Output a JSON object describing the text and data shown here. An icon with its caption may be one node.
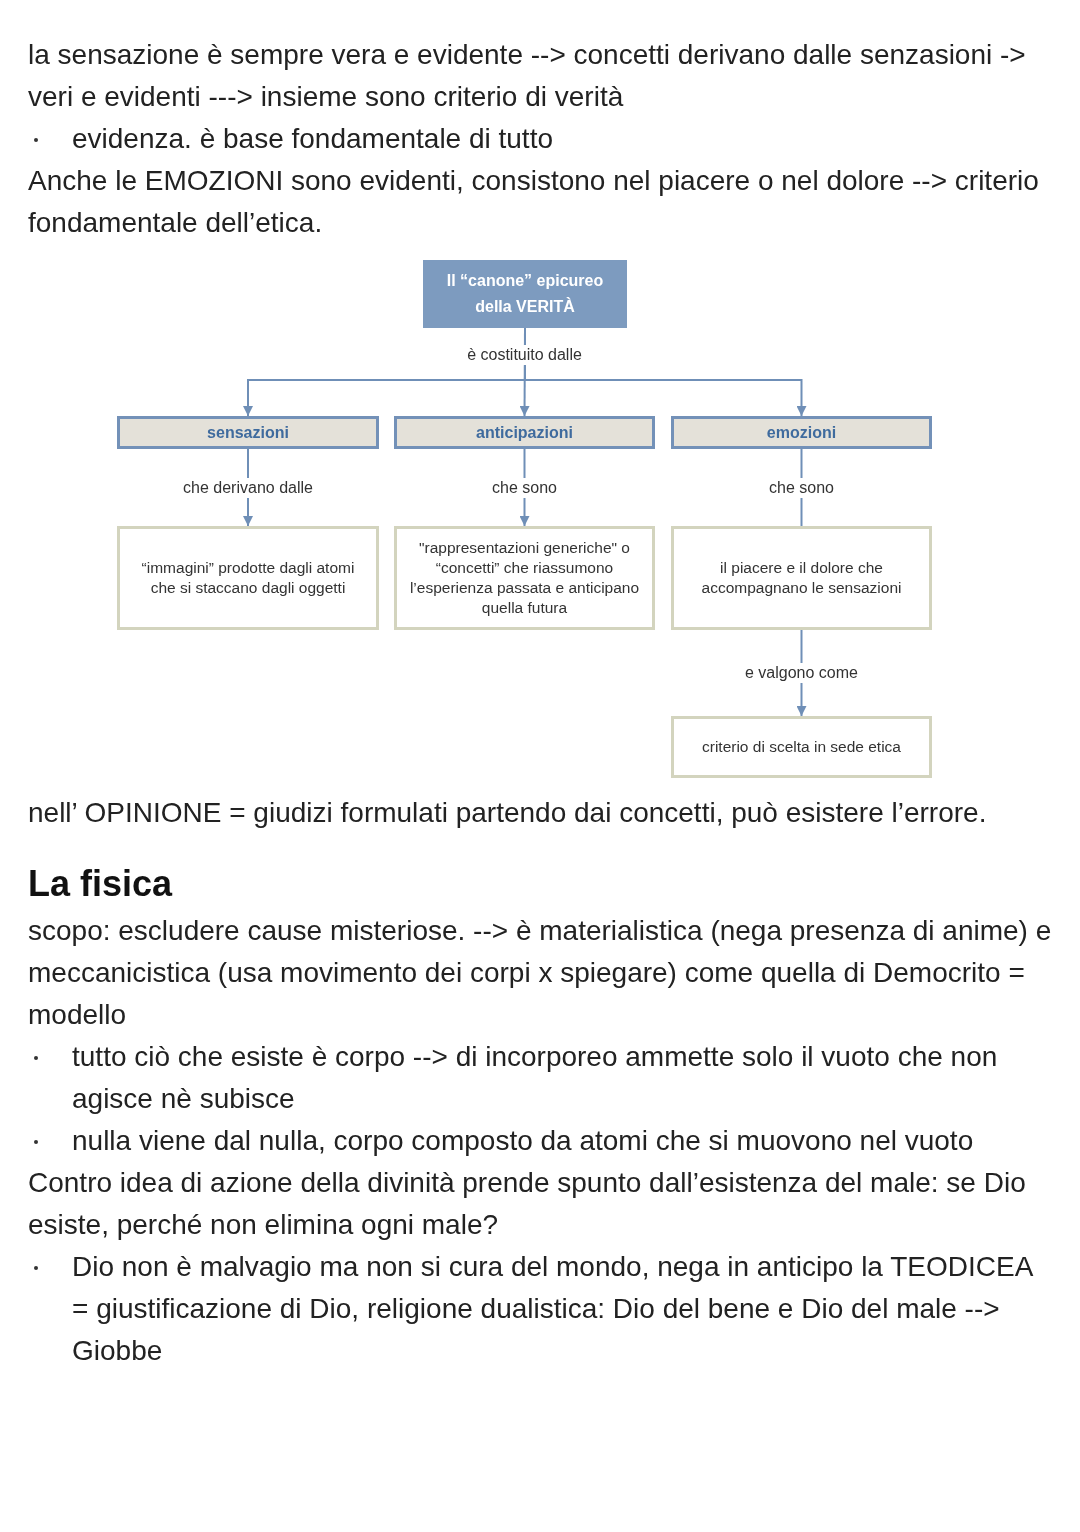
{
  "diagram": {
    "nodes": [
      {
        "text": [
          "Il “canone” epicureo della VERITÀ"
        ]
      },
      {
        "text": [
          "sensazioni"
        ]
      },
      {
        "text": [
          "anticipazioni"
        ]
      },
      {
        "text": [
          "emozioni"
        ]
      },
      {
        "text": [
          "“immagini” prodotte dagli atomi che si staccano dagli oggetti"
        ]
      },
      {
        "text": [
          "\"rappresentazioni generiche\" o “concetti” che riassumono l’esperienza passata e anticipano quella futura"
        ]
      },
      {
        "text": [
          "il piacere e il dolore che accompagnano le sensazioni"
        ]
      },
      {
        "text": [
          "criterio di scelta in sede etica"
        ]
      }
    ],
    "edges": [
      {
        "from": 0,
        "to": 1,
        "arrow": "to"
      },
      {
        "from": 0,
        "to": 2,
        "arrow": "to",
        "label": "è costituito dalle"
      },
      {
        "from": 0,
        "to": 3,
        "arrow": "to"
      },
      {
        "from": 1,
        "to": 4,
        "arrow": "to",
        "label": "che derivano dalle"
      },
      {
        "from": 2,
        "to": 5,
        "arrow": "to",
        "label": "che sono"
      },
      {
        "from": 3,
        "to": 6,
        "arrow": "none",
        "label": "che sono"
      },
      {
        "from": 6,
        "to": 7,
        "arrow": "to",
        "label": "e valgono come"
      }
    ],
    "labels": [
      "la sensazione è sempre vera e evidente --> concetti derivano dalle senzasioni -> veri e evidenti ---> insieme sono criterio di verità",
      "evidenza. è base fondamentale di tutto",
      "Anche le EMOZIONI sono evidenti, consistono nel piacere o nel dolore --> criterio fondamentale dell’etica.",
      "nell’ OPINIONE = giudizi formulati partendo dai concetti, può esistere l’errore.",
      "La fisica",
      "scopo: escludere cause misteriose. --> è materialistica (nega presenza di anime) e meccanicistica (usa movimento dei corpi x spiegare) come quella di Democrito = modello",
      "tutto ciò che esiste è corpo --> di incorporeo ammette solo il vuoto che non agisce nè subisce",
      "nulla viene dal nulla, corpo composto da atomi che si muovono nel vuoto",
      "Contro idea di azione della divinità prende spunto dall’esistenza del male: se Dio esiste, perché non elimina ogni male?",
      "Dio non è malvagio ma non si cura del mondo, nega in anticipo la TEODICEA = giustificazione di Dio, religione dualistica: Dio del bene e Dio del male --> Giobbe"
    ]
  }
}
